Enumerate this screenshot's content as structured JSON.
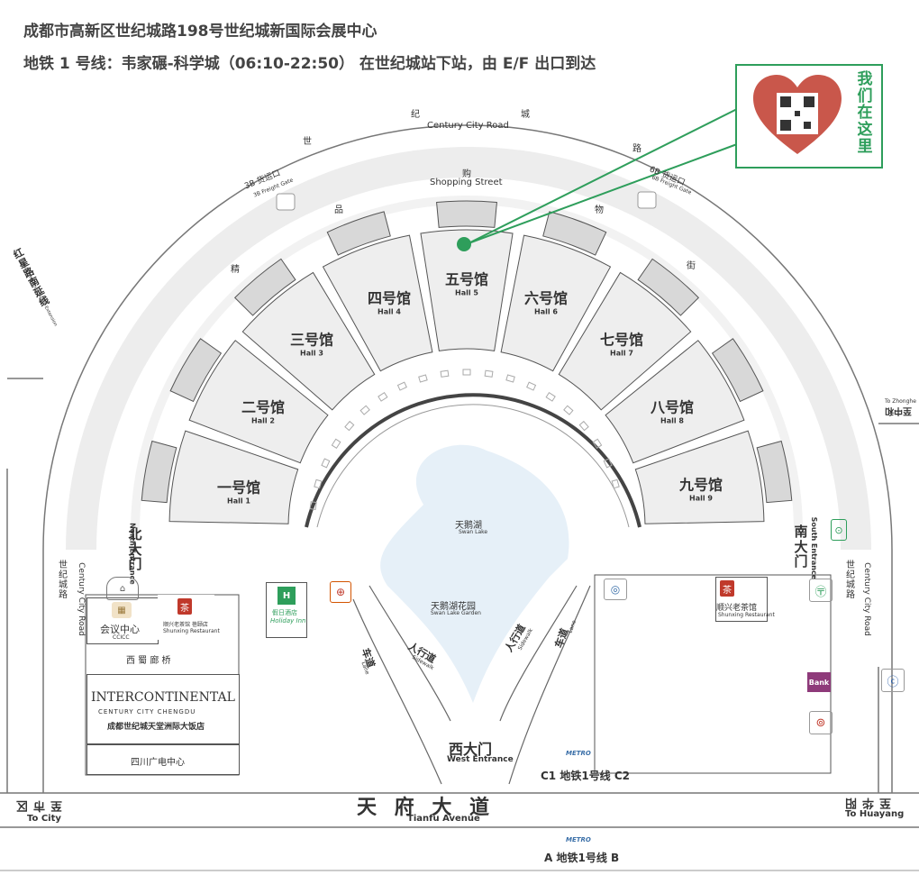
{
  "header": {
    "address": "成都市高新区世纪城路198号世纪城新国际会展中心",
    "metro": "地铁 1 号线：韦家碾-科学城（06:10-22:50） 在世纪城站下站，由 E/F 出口到达"
  },
  "marker": {
    "text": "我们在这里",
    "accent": "#2e9e5b"
  },
  "halls": [
    {
      "cn": "一号馆",
      "en": "Hall 1"
    },
    {
      "cn": "二号馆",
      "en": "Hall 2"
    },
    {
      "cn": "三号馆",
      "en": "Hall 3"
    },
    {
      "cn": "四号馆",
      "en": "Hall 4"
    },
    {
      "cn": "五号馆",
      "en": "Hall 5"
    },
    {
      "cn": "六号馆",
      "en": "Hall 6"
    },
    {
      "cn": "七号馆",
      "en": "Hall 7"
    },
    {
      "cn": "八号馆",
      "en": "Hall 8"
    },
    {
      "cn": "九号馆",
      "en": "Hall 9"
    }
  ],
  "roads": {
    "century_road_cn": [
      "世",
      "纪",
      "城",
      "路"
    ],
    "century_road_en": "Century City Road",
    "shopping_cn": [
      "精",
      "品",
      "购",
      "物",
      "街"
    ],
    "shopping_en": "Shopping Street",
    "century_side_cn": "世纪城路",
    "century_side_en": "Century City Road",
    "hongxing_cn": "红星路南延线",
    "hongxing_en": "Hongxing Road South Extension",
    "tianfu_cn": "天 府 大 道",
    "tianfu_en": "Tianfu Avenue",
    "to_city_cn": "至市区",
    "to_city_en": "To City",
    "to_huayang_cn": "至华阳",
    "to_huayang_en": "To Huayang",
    "to_zhonghe_cn": "至中和",
    "to_zhonghe_en": "To Zhonghe",
    "xishu": "西 蜀 廊 桥",
    "sidewalk_cn": "人行道",
    "sidewalk_en": "Sidewalk",
    "lane_cn": "车道",
    "lane_en": "Lane"
  },
  "gates": {
    "freight_3b_cn": "3B 货运口",
    "freight_3b_en": "3B Freight Gate",
    "freight_6b_cn": "6B 货运口",
    "freight_6b_en": "6B Freight Gate",
    "north_cn": "北大门",
    "north_en": "North Entrance",
    "south_cn": "南大门",
    "south_en": "South Entrance",
    "west_cn": "西大门",
    "west_en": "West Entrance"
  },
  "lake": {
    "name_cn": "天鹅湖",
    "name_en": "Swan Lake",
    "garden_cn": "天鹅湖花园",
    "garden_en": "Swan Lake Garden"
  },
  "buildings": {
    "ccicc_cn": "会议中心",
    "ccicc_en": "CCICC",
    "shunxing_small_cn": "顺兴老茶馆 蓓颐店",
    "shunxing_small_en": "Shunxing Restaurant",
    "shunxing_cn": "顺兴老茶馆",
    "shunxing_en": "Shunxing Restaurant",
    "holiday_cn": "假日酒店",
    "holiday_en": "Holiday Inn",
    "interconti_en": "INTERCONTINENTAL",
    "interconti_sub": "CENTURY CITY CHENGDU",
    "interconti_cn": "成都世纪城天堂洲际大饭店",
    "sichuan_cn": "四川广电中心"
  },
  "metro_stops": {
    "cd": "C1 地铁1号线 C2",
    "ab": "A 地铁1号线 B",
    "logo": "METRO"
  },
  "icons": {
    "bank": "Bank"
  }
}
